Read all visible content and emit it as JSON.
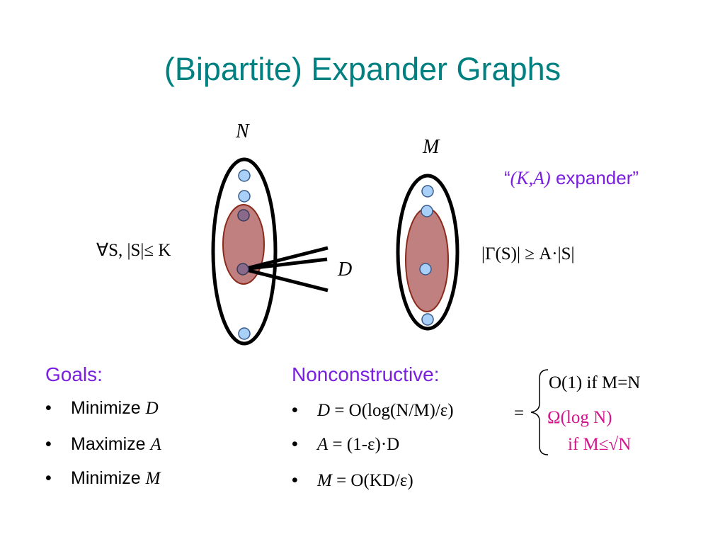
{
  "title": "(Bipartite) Expander Graphs",
  "diagram": {
    "left_label": "N",
    "right_label": "M",
    "degree_label": "D",
    "subset_condition": "∀S, |S|≤ K",
    "neighborhood_condition": "|Γ(S)| ≥ A·|S|",
    "expander_quote_open": "“",
    "expander_params": "(K,A)",
    "expander_word": " expander”"
  },
  "goals": {
    "heading": "Goals:",
    "items": [
      {
        "text": "Minimize ",
        "var": "D"
      },
      {
        "text": "Maximize ",
        "var": "A"
      },
      {
        "text": "Minimize ",
        "var": "M"
      }
    ]
  },
  "nonconstructive": {
    "heading": "Nonconstructive:",
    "items": [
      {
        "var": "D",
        "rest": " = O(log(N/M)/ε)"
      },
      {
        "var": "A",
        "rest": " = (1-ε)·D"
      },
      {
        "var": "M",
        "rest": " = O(KD/ε)"
      }
    ],
    "equals": "=",
    "case1": "O(1) if M=N",
    "case2_line1": "Ω(log N)",
    "case2_line2": "if M≤√N"
  },
  "colors": {
    "title": "#008080",
    "heading": "#7a1fe0",
    "highlight": "#d4148c",
    "subset_fill": "#c08080",
    "subset_stroke": "#8b2a1a",
    "vertex_fill": "#a8d0f8"
  }
}
